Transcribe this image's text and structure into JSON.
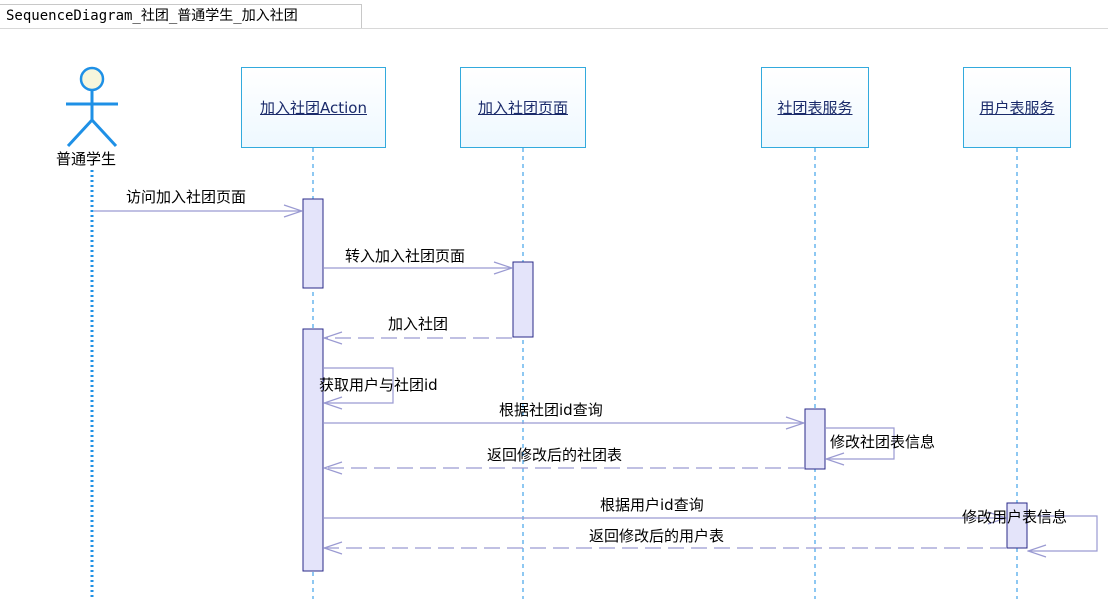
{
  "diagram": {
    "title": "SequenceDiagram_社团_普通学生_加入社团",
    "actor": {
      "name": "普通学生"
    },
    "lifelines": [
      {
        "id": "action",
        "label": "加入社团Action"
      },
      {
        "id": "page",
        "label": "加入社团页面"
      },
      {
        "id": "club_service",
        "label": "社团表服务"
      },
      {
        "id": "user_service",
        "label": "用户表服务"
      }
    ],
    "messages": [
      {
        "from": "actor",
        "to": "action",
        "label": "访问加入社团页面",
        "kind": "call"
      },
      {
        "from": "action",
        "to": "page",
        "label": "转入加入社团页面",
        "kind": "call"
      },
      {
        "from": "page",
        "to": "action",
        "label": "加入社团",
        "kind": "return"
      },
      {
        "from": "action",
        "to": "action",
        "label": "获取用户与社团id",
        "kind": "self"
      },
      {
        "from": "action",
        "to": "club_service",
        "label": "根据社团id查询",
        "kind": "call"
      },
      {
        "from": "club_service",
        "to": "club_service",
        "label": "修改社团表信息",
        "kind": "self"
      },
      {
        "from": "club_service",
        "to": "action",
        "label": "返回修改后的社团表",
        "kind": "return"
      },
      {
        "from": "action",
        "to": "user_service",
        "label": "根据用户id查询",
        "kind": "call"
      },
      {
        "from": "user_service",
        "to": "user_service",
        "label": "修改用户表信息",
        "kind": "self"
      },
      {
        "from": "user_service",
        "to": "action",
        "label": "返回修改后的用户表",
        "kind": "return"
      }
    ],
    "colors": {
      "lifeline_border": "#33aadd",
      "actor": "#1e90e6",
      "activation_fill": "#e4e4fa",
      "activation_border": "#2a2a88",
      "message_line": "#9a9ad2"
    }
  }
}
